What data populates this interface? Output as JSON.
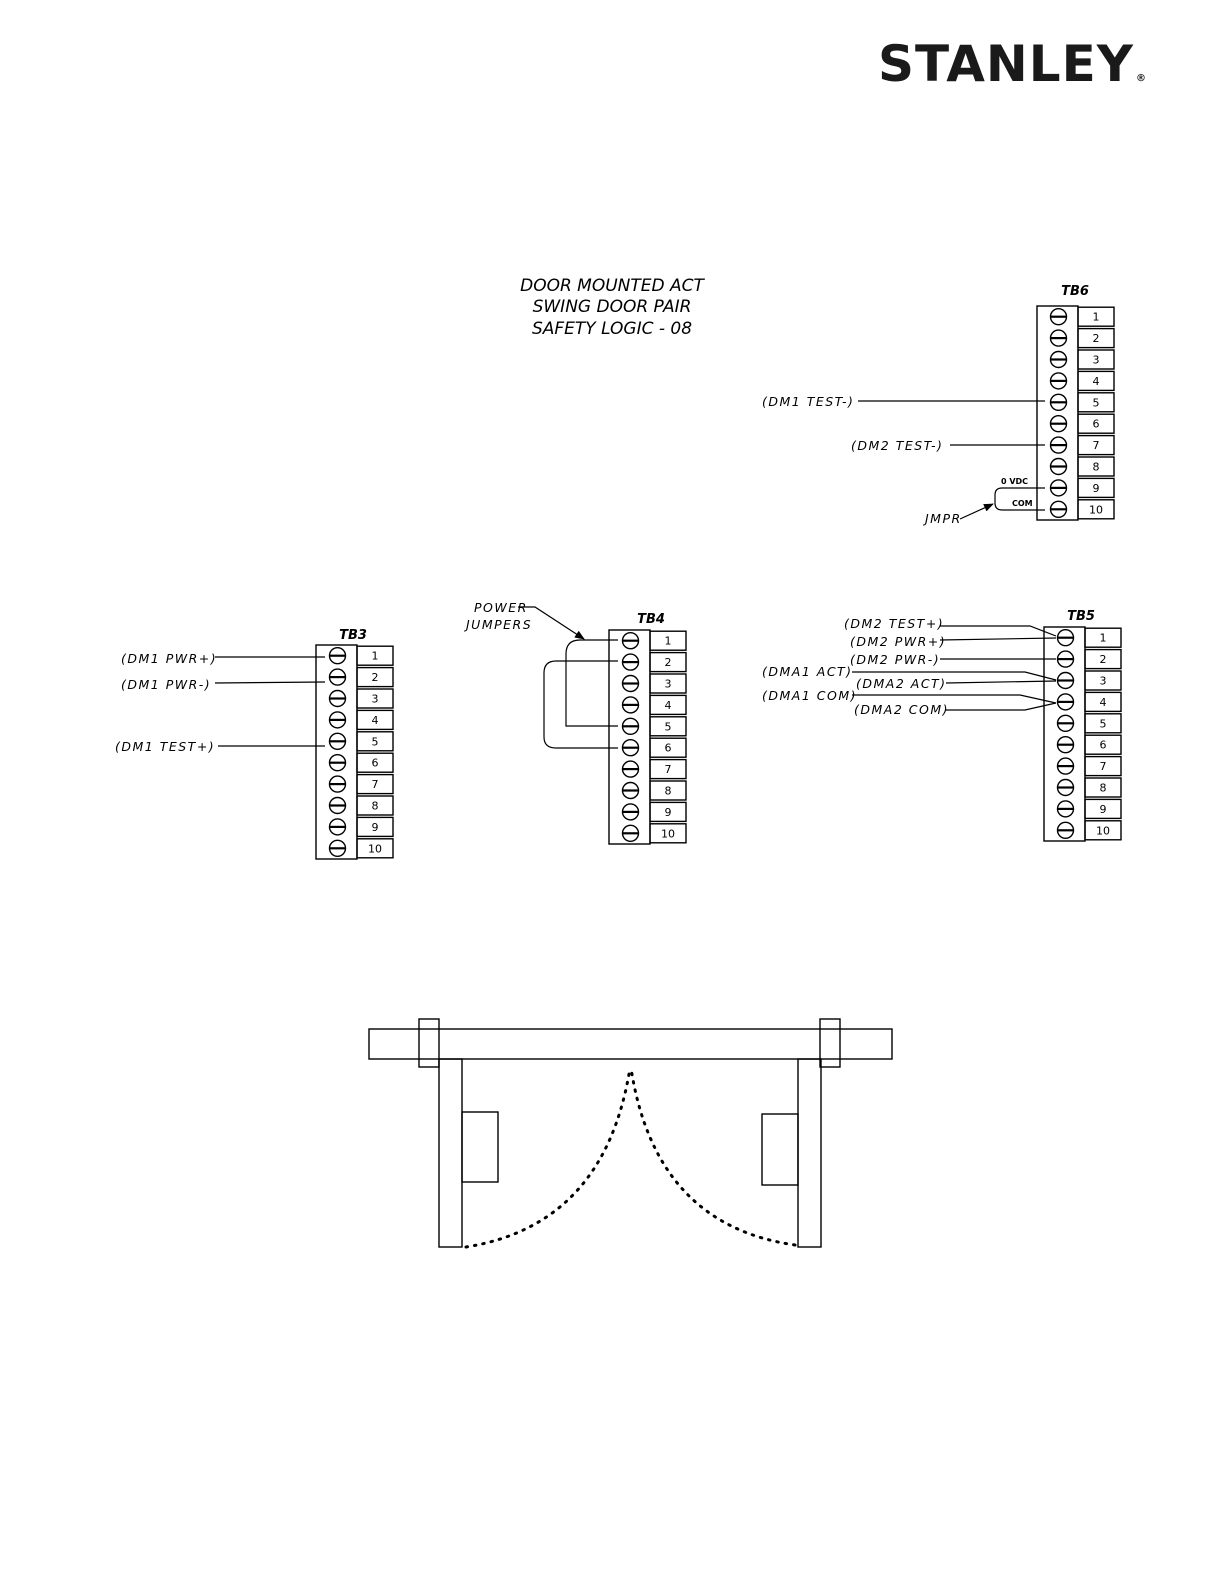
{
  "logo": {
    "text": "STANLEY",
    "reg": "®"
  },
  "title": [
    "DOOR  MOUNTED  ACT",
    "SWING  DOOR  PAIR",
    "SAFETY  LOGIC  -  08"
  ],
  "terminal_numbers": [
    "1",
    "2",
    "3",
    "4",
    "5",
    "6",
    "7",
    "8",
    "9",
    "10"
  ],
  "blocks": {
    "tb6": {
      "name": "TB6"
    },
    "tb3": {
      "name": "TB3"
    },
    "tb4": {
      "name": "TB4"
    },
    "tb5": {
      "name": "TB5"
    }
  },
  "labels": {
    "tb6_dm1_test_minus": "(DM1  TEST-)",
    "tb6_dm2_test_minus": "(DM2  TEST-)",
    "tb6_0vdc": "0  VDC",
    "tb6_com": "COM",
    "tb6_jmpr": "JMPR",
    "tb3_dm1_pwr_plus": "(DM1  PWR+)",
    "tb3_dm1_pwr_minus": "(DM1  PWR-)",
    "tb3_dm1_test_plus": "(DM1  TEST+)",
    "tb4_power": "POWER",
    "tb4_jumpers": "JUMPERS",
    "tb5_dm2_test_plus": "(DM2  TEST+)",
    "tb5_dm2_pwr_plus": "(DM2  PWR+)",
    "tb5_dm2_pwr_minus": "(DM2  PWR-)",
    "tb5_dma1_act": "(DMA1  ACT)",
    "tb5_dma2_act": "(DMA2  ACT)",
    "tb5_dma1_com": "(DMA1  COM)",
    "tb5_dma2_com": "(DMA2  COM)"
  }
}
